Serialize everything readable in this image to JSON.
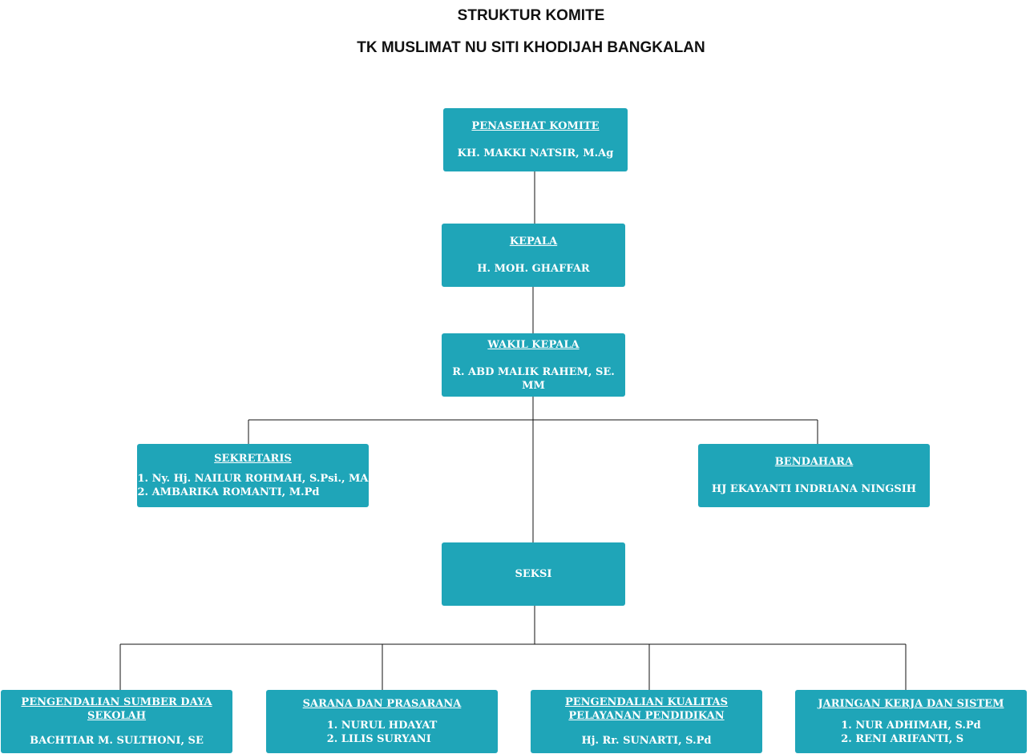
{
  "header": {
    "title": "STRUKTUR KOMITE",
    "subtitle": "TK MUSLIMAT NU SITI KHODIJAH BANGKALAN"
  },
  "colors": {
    "box_fill": "#1fa5b8",
    "box_text": "#ffffff",
    "connector": "#111111"
  },
  "nodes": {
    "penasehat": {
      "role": "PENASEHAT KOMITE",
      "name": "KH. MAKKI NATSIR, M.Ag"
    },
    "kepala": {
      "role": "KEPALA",
      "name": "H. MOH. GHAFFAR"
    },
    "wakil": {
      "role": "WAKIL KEPALA",
      "name": "R. ABD MALIK RAHEM, SE. MM"
    },
    "sekretaris": {
      "role": "SEKRETARIS ",
      "members": [
        "1. Ny. Hj. NAILUR ROHMAH, S.Psi., MA",
        "2. AMBARIKA ROMANTI, M.Pd"
      ]
    },
    "bendahara": {
      "role": "BENDAHARA",
      "name": "HJ EKAYANTI INDRIANA NINGSIH"
    },
    "seksi": {
      "label": "SEKSI"
    },
    "sumber_daya": {
      "role": "PENGENDALIAN SUMBER DAYA SEKOLAH",
      "name": "BACHTIAR M. SULTHONI, SE"
    },
    "sarana": {
      "role": "SARANA DAN PRASARANA",
      "members": [
        "1. NURUL HDAYAT",
        "2. LILIS SURYANI"
      ]
    },
    "kualitas": {
      "role": "PENGENDALIAN KUALITAS PELAYANAN PENDIDIKAN",
      "name": "Hj. Rr. SUNARTI, S.Pd"
    },
    "jaringan": {
      "role": "JARINGAN KERJA DAN SISTEM",
      "members": [
        "1. NUR ADHIMAH, S.Pd",
        "2. RENI ARIFANTI, S"
      ]
    }
  }
}
